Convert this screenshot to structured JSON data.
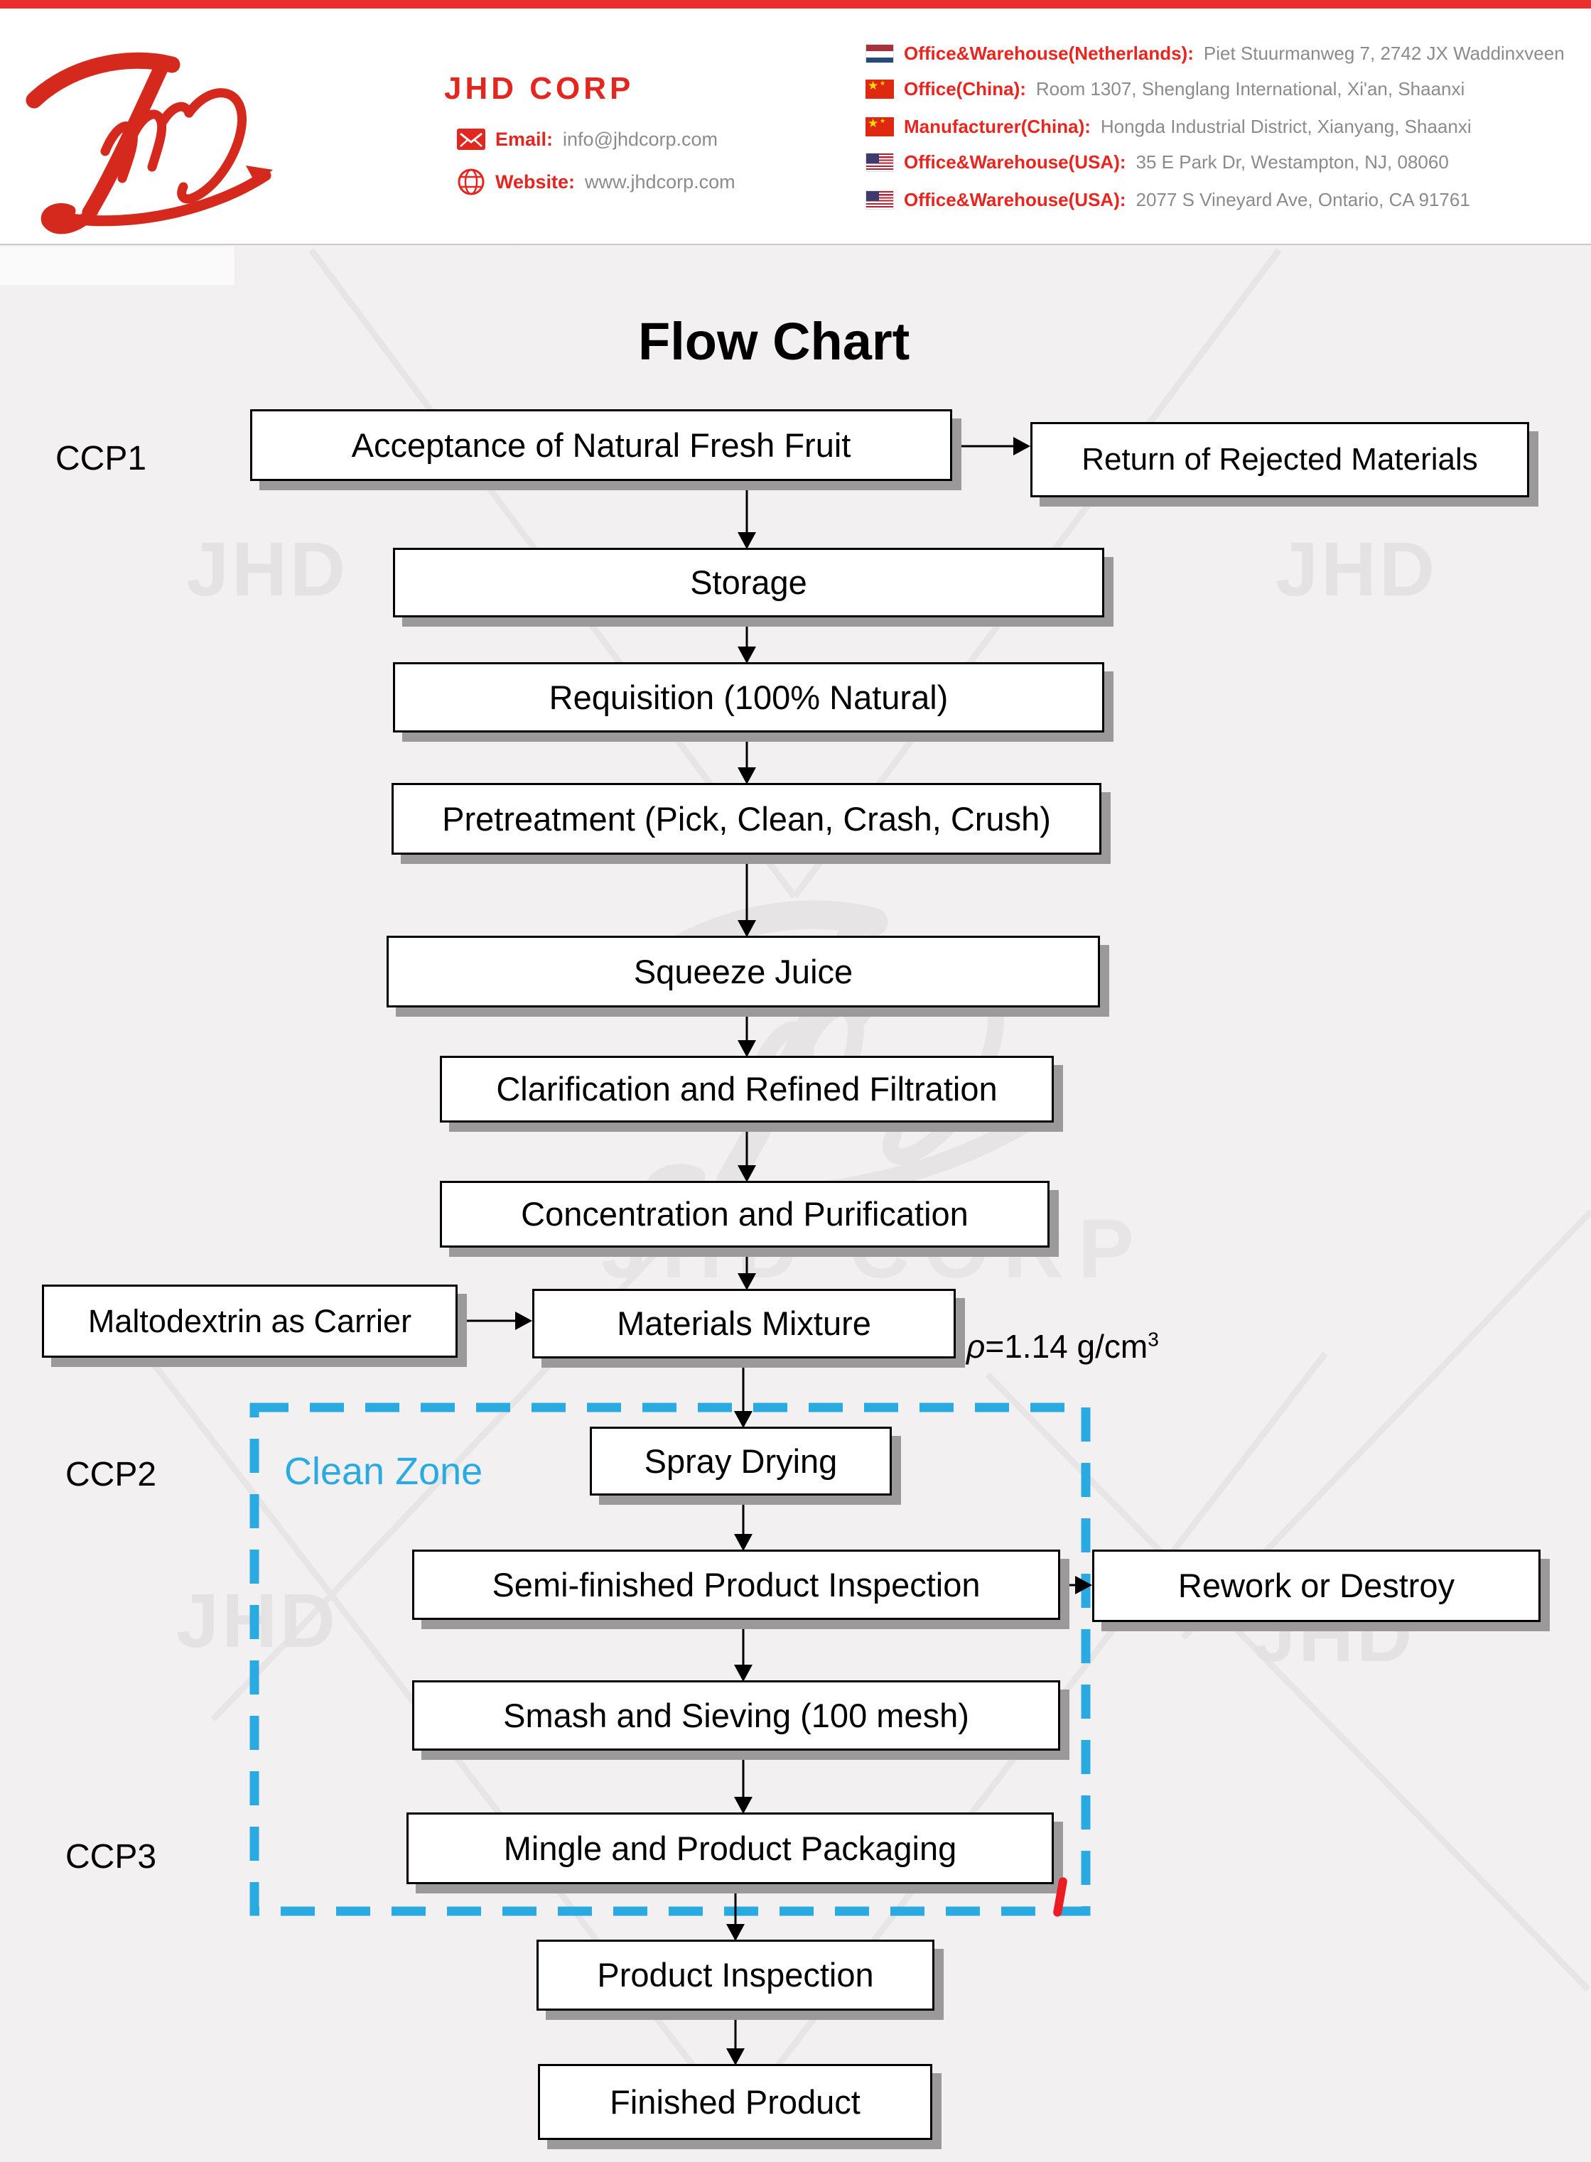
{
  "header": {
    "company_name": "JHD CORP",
    "contact": {
      "email_label": "Email:",
      "email_value": "info@jhdcorp.com",
      "website_label": "Website:",
      "website_value": "www.jhdcorp.com"
    },
    "addresses": [
      {
        "flag": "netherlands-flag",
        "label": "Office&Warehouse(Netherlands):",
        "value": "Piet Stuurmanweg 7, 2742 JX Waddinxveen"
      },
      {
        "flag": "china-flag",
        "label": "Office(China):",
        "value": "Room 1307, Shenglang International, Xi'an, Shaanxi"
      },
      {
        "flag": "china-flag",
        "label": "Manufacturer(China):",
        "value": "Hongda Industrial District, Xianyang, Shaanxi"
      },
      {
        "flag": "usa-flag",
        "label": "Office&Warehouse(USA):",
        "value": "35 E Park Dr, Westampton, NJ, 08060"
      },
      {
        "flag": "usa-flag",
        "label": "Office&Warehouse(USA):",
        "value": "2077 S Vineyard Ave, Ontario, CA 91761"
      }
    ]
  },
  "icons": {
    "email": "envelope-icon",
    "website": "globe-icon",
    "logo": "jhd-signature-logo"
  },
  "flowchart": {
    "title": "Flow Chart",
    "ccp_labels": {
      "ccp1": "CCP1",
      "ccp2": "CCP2",
      "ccp3": "CCP3"
    },
    "clean_zone_label": "Clean Zone",
    "density_note": {
      "rho": "ρ",
      "text": "=1.14 g/cm",
      "superscript": "3"
    },
    "boxes": {
      "acceptance": "Acceptance of Natural Fresh Fruit",
      "return_rejected": "Return of Rejected Materials",
      "storage": "Storage",
      "requisition": "Requisition (100% Natural)",
      "pretreatment": "Pretreatment (Pick, Clean, Crash, Crush)",
      "squeeze_juice": "Squeeze Juice",
      "clarification": "Clarification and Refined Filtration",
      "concentration": "Concentration and Purification",
      "maltodextrin": "Maltodextrin as Carrier",
      "materials_mixture": "Materials Mixture",
      "spray_drying": "Spray Drying",
      "semi_finished_inspection": "Semi-finished Product Inspection",
      "rework_or_destroy": "Rework or Destroy",
      "smash_sieving": "Smash and Sieving (100 mesh)",
      "mingle_packaging": "Mingle and Product Packaging",
      "product_inspection": "Product Inspection",
      "finished_product": "Finished Product"
    }
  },
  "watermark": {
    "short": "JHD",
    "corp": "JHD CORP"
  },
  "colors": {
    "brand_red": "#E3261F",
    "top_bar_red": "#E8312E",
    "clean_zone_blue": "#29ABE2",
    "text_gray": "#8B8B8B",
    "body_background": "#F2F0F0",
    "box_shadow_gray": "#9B9999"
  }
}
